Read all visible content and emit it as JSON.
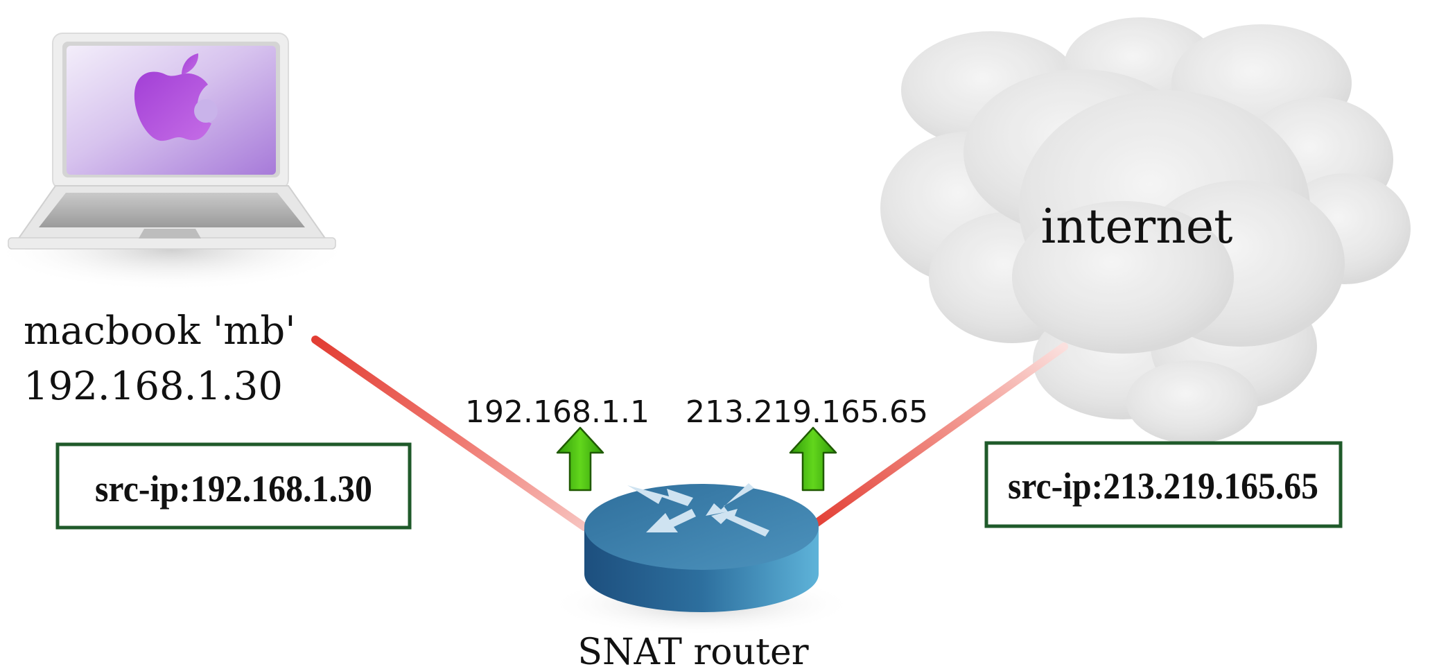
{
  "laptop": {
    "name_label": "macbook 'mb'",
    "ip_label": "192.168.1.30",
    "packet_label": "src-ip:192.168.1.30",
    "icon": "apple-logo-icon"
  },
  "router": {
    "label": "SNAT router",
    "lan_ip": "192.168.1.1",
    "wan_ip": "213.219.165.65",
    "icon": "router-arrows-icon"
  },
  "internet": {
    "label": "internet",
    "packet_label": "src-ip:213.219.165.65",
    "icon": "cloud-icon"
  },
  "colors": {
    "link": "#e8453c",
    "box_border": "#1f5a2a",
    "arrow": "#3fbf10",
    "router_top": "#3f82aa",
    "router_side": "#2a6a97",
    "screen": "#c6a8e8"
  }
}
